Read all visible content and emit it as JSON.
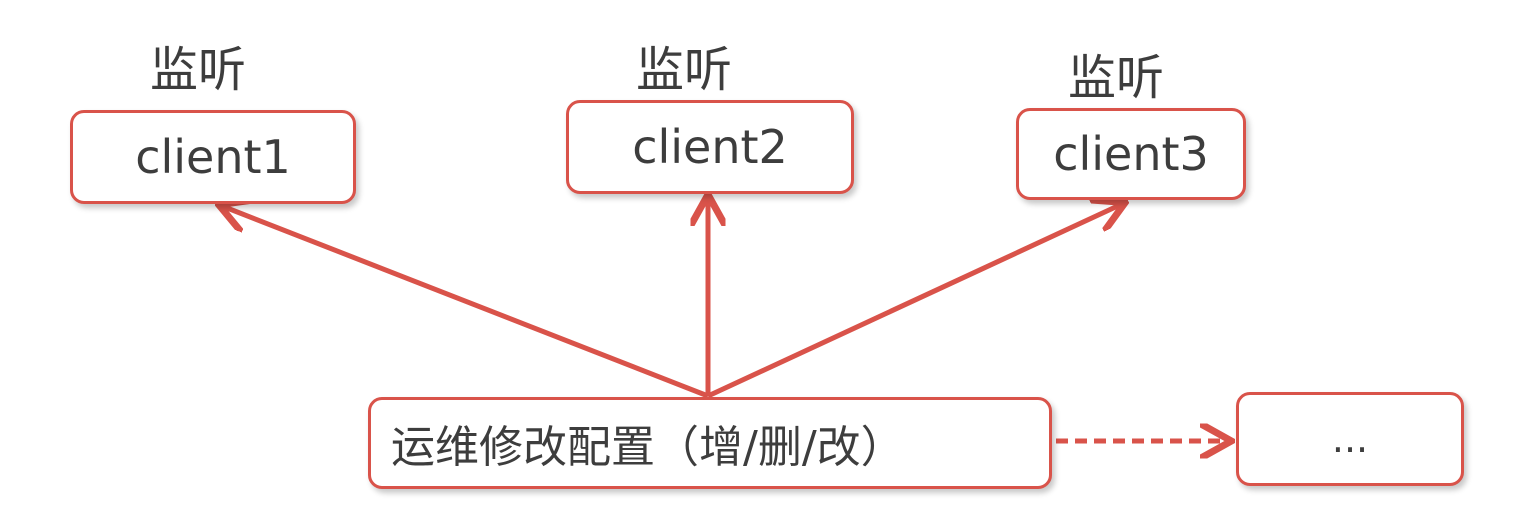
{
  "listen_labels": [
    "监听",
    "监听",
    "监听"
  ],
  "clients": [
    "client1",
    "client2",
    "client3"
  ],
  "source_box": {
    "label": "运维修改配置（增/删/改）"
  },
  "extra_box": {
    "label": "..."
  },
  "colors": {
    "stroke": "#d9534a",
    "text": "#3d3d3d"
  }
}
